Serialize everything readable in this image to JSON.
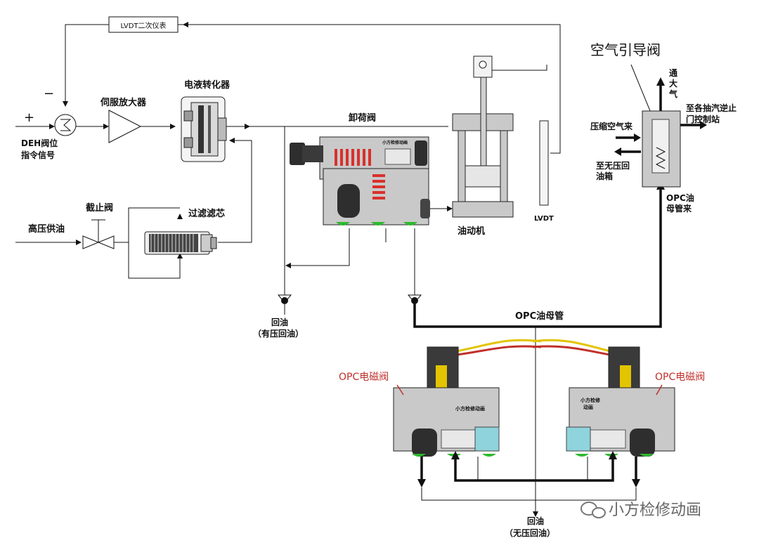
{
  "labels": {
    "lvdt_meter": "LVDT二次仪表",
    "minus": "−",
    "plus": "+",
    "deh_line1": "DEH阀位",
    "deh_line2": "指令信号",
    "servo_amp": "伺服放大器",
    "converter": "电液转化器",
    "unload_valve": "卸荷阀",
    "stop_valve": "截止阀",
    "filter": "过滤滤芯",
    "hp_oil": "高压供油",
    "actuator": "油动机",
    "lvdt": "LVDT",
    "return_oil_1": "回油",
    "return_oil_1_sub": "（有压回油）",
    "opc_header": "OPC油母管",
    "opc_sol_left": "OPC电磁阀",
    "opc_sol_right": "OPC电磁阀",
    "return_oil_2": "回油",
    "return_oil_2_sub": "（无压回油）",
    "air_pilot_valve": "空气引导阀",
    "to_atm_1": "通",
    "to_atm_2": "大",
    "to_atm_3": "气",
    "to_station_1": "至各抽汽逆止",
    "to_station_2": "门控制站",
    "comp_air": "压缩空气来",
    "to_tank_1": "至无压回",
    "to_tank_2": "油箱",
    "opc_in_1": "OPC油",
    "opc_in_2": "母管来",
    "tag_unload": "小方检修动画",
    "tag_sol_left": "小方检修动画",
    "tag_sol_right_1": "小方检修",
    "tag_sol_right_2": "动画",
    "watermark": "小方检修动画"
  },
  "colors": {
    "spring_red": "#d9302c",
    "body_gray": "#c9c9c9",
    "dark": "#2e2e2e",
    "green_seal": "#2eb82e",
    "yellow_wire": "#e2c400",
    "red_wire": "#c0302a",
    "cyan_plug": "#8fd3dd",
    "label_red": "#c0302a"
  },
  "icons": [
    "summing-junction-icon",
    "amplifier-triangle-icon",
    "check-valve-icon",
    "globe-valve-icon",
    "wechat-icon"
  ]
}
